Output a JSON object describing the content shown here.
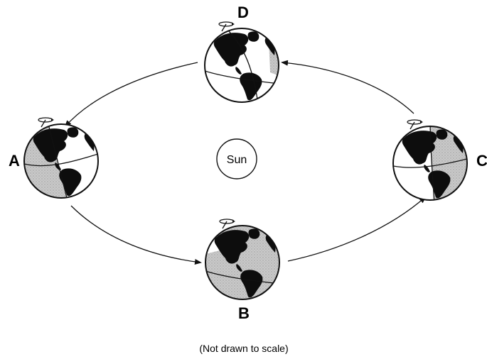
{
  "positions": {
    "A": "A",
    "B": "B",
    "C": "C",
    "D": "D"
  },
  "sun_label": "Sun",
  "note": "(Not drawn to scale)",
  "colors": {
    "stroke": "#111111",
    "night_shade": "#bdbdbd",
    "land": "#0d0d0d",
    "background": "#ffffff"
  }
}
